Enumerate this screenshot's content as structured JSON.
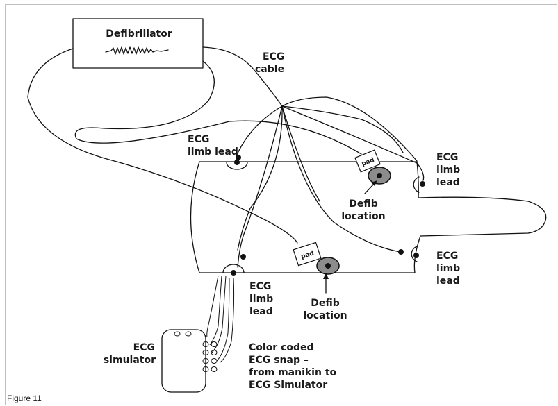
{
  "defibrillator": {
    "label": "Defibrillator"
  },
  "ecg_cable": {
    "line1": "ECG",
    "line2": "cable"
  },
  "limb_lead_top": {
    "line1": "ECG",
    "line2": "limb lead"
  },
  "limb_lead_right_upper": {
    "line1": "ECG",
    "line2": "limb",
    "line3": "lead"
  },
  "limb_lead_right_lower": {
    "line1": "ECG",
    "line2": "limb",
    "line3": "lead"
  },
  "limb_lead_bottom": {
    "line1": "ECG",
    "line2": "limb",
    "line3": "lead"
  },
  "pad_upper": {
    "label": "pad"
  },
  "pad_lower": {
    "label": "pad"
  },
  "defib_location_upper": {
    "line1": "Defib",
    "line2": "location"
  },
  "defib_location_lower": {
    "line1": "Defib",
    "line2": "location"
  },
  "ecg_simulator": {
    "line1": "ECG",
    "line2": "simulator"
  },
  "snap_note": {
    "line1": "Color coded",
    "line2": "ECG snap –",
    "line3": "from manikin to",
    "line4": "ECG Simulator"
  },
  "figure_caption": "Figure 11"
}
